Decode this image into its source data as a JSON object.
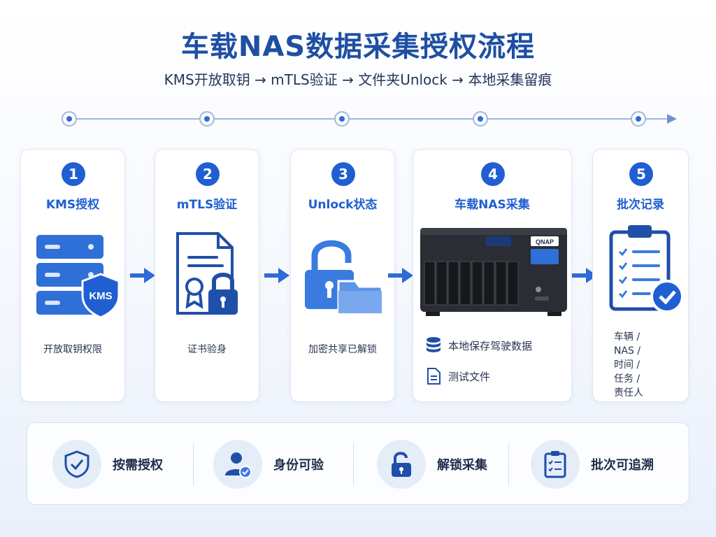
{
  "header": {
    "title": "车载NAS数据采集授权流程",
    "subtitle": "KMS开放取钥 → mTLS验证 → 文件夹Unlock → 本地采集留痕"
  },
  "steps": [
    {
      "number": "1",
      "title": "KMS授权",
      "desc": "开放取钥权限",
      "badge": "KMS",
      "icon": "server-shield-icon"
    },
    {
      "number": "2",
      "title": "mTLS验证",
      "desc": "证书验身",
      "icon": "certificate-lock-icon"
    },
    {
      "number": "3",
      "title": "Unlock状态",
      "desc": "加密共享已解锁",
      "icon": "unlock-folder-icon"
    },
    {
      "number": "4",
      "title": "车载NAS采集",
      "icon": "nas-device-icon",
      "items": [
        "本地保存驾驶数据",
        "测试文件"
      ],
      "device_brand": "QNAP"
    },
    {
      "number": "5",
      "title": "批次记录",
      "icon": "clipboard-check-icon",
      "fields": [
        "车辆 /",
        "NAS /",
        "时间 /",
        "任务 /",
        "责任人"
      ]
    }
  ],
  "features": [
    {
      "label": "按需授权",
      "icon": "shield-check-icon"
    },
    {
      "label": "身份可验",
      "icon": "user-check-icon"
    },
    {
      "label": "解锁采集",
      "icon": "unlock-icon"
    },
    {
      "label": "批次可追溯",
      "icon": "checklist-icon"
    }
  ],
  "colors": {
    "primary": "#1f5fd1",
    "title": "#1e4fa3",
    "light": "#e5edf9"
  }
}
